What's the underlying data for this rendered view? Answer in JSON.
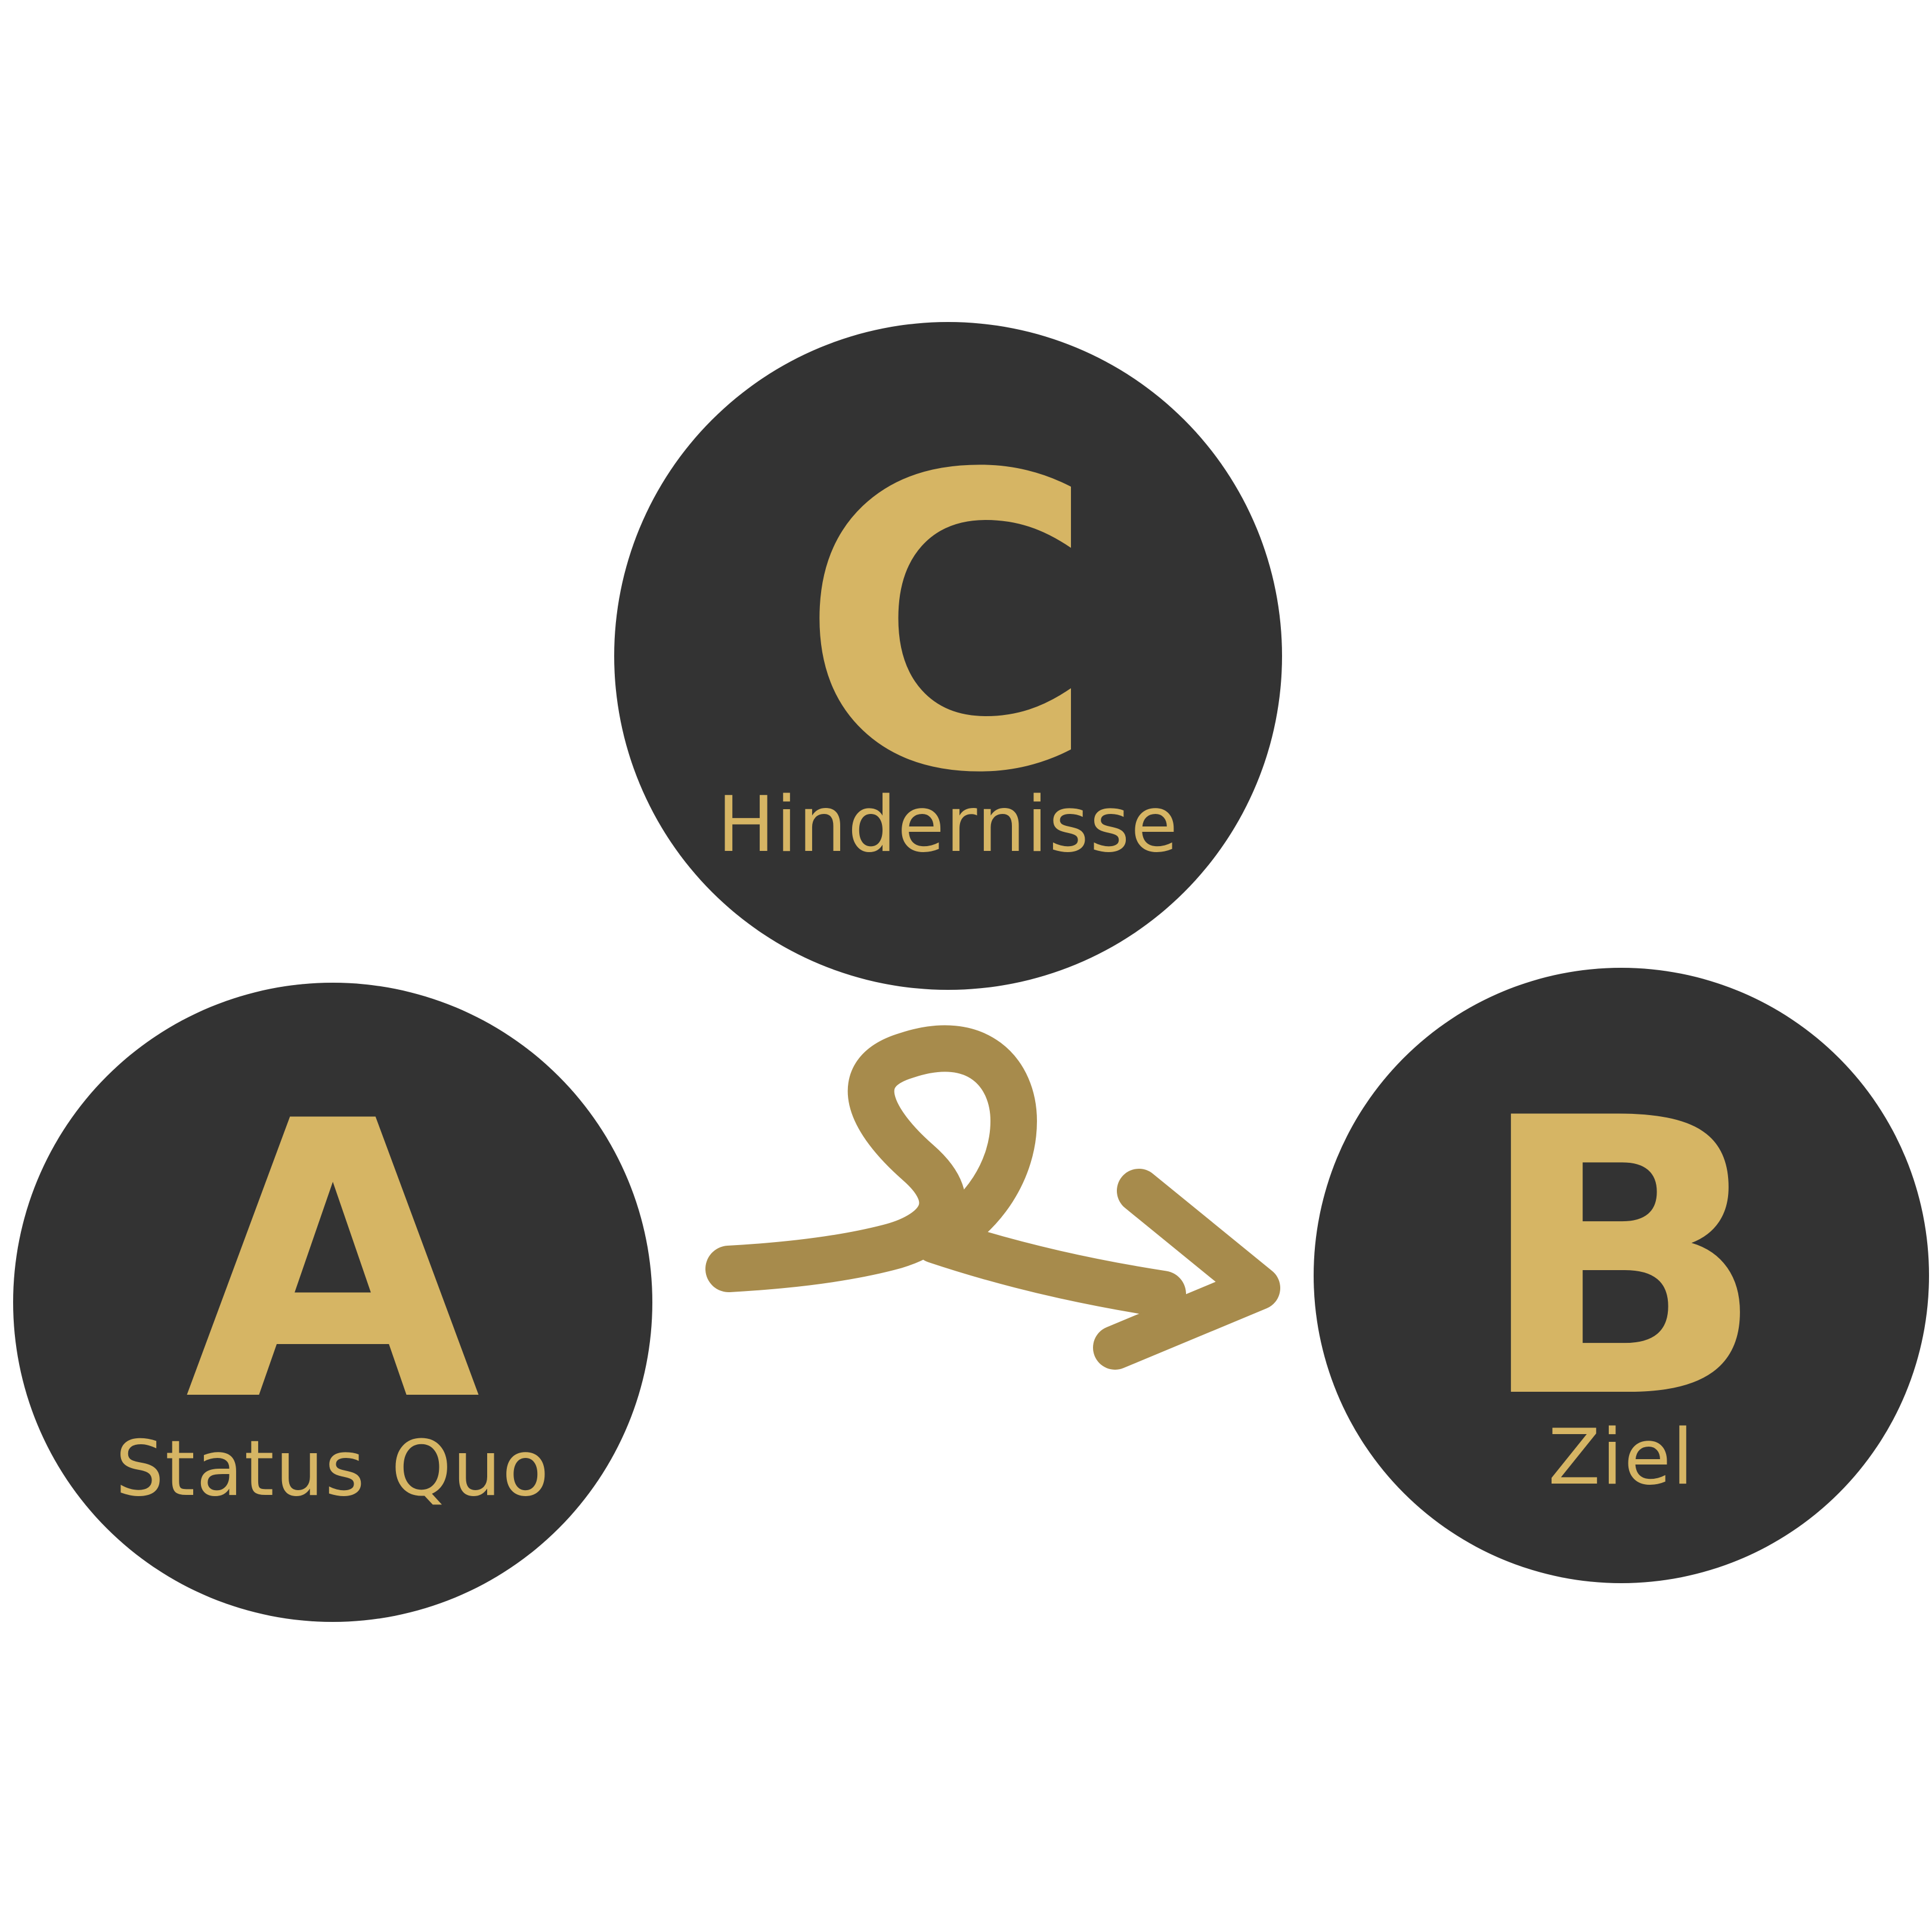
{
  "nodes": {
    "c": {
      "letter": "C",
      "caption": "Hindernisse"
    },
    "a": {
      "letter": "A",
      "caption": "Status Quo"
    },
    "b": {
      "letter": "B",
      "caption": "Ziel"
    }
  },
  "colors": {
    "circle": "#333333",
    "text": "#d6b564",
    "arrow": "#a78b4c",
    "background": "#ffffff"
  },
  "icons": {
    "connector": "looped-arrow-icon"
  }
}
